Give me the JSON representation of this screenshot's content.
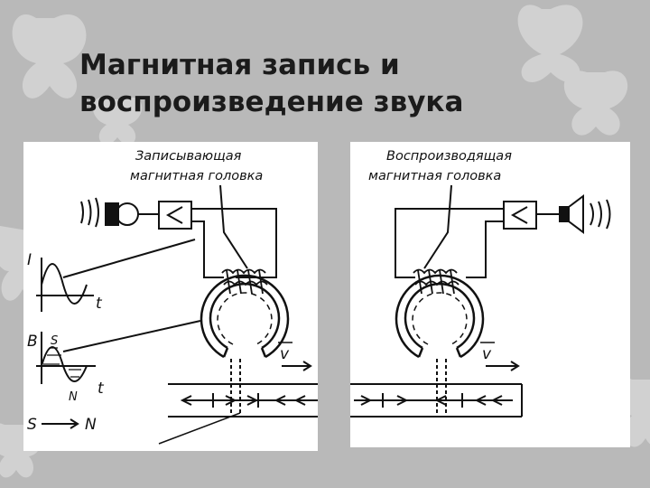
{
  "slide": {
    "title_line1": "Магнитная запись и",
    "title_line2": "воспроизведение звука"
  },
  "left_diagram": {
    "head_label_line1": "Записывающая",
    "head_label_line2": "магнитная головка",
    "graph_current_axis": "I",
    "graph_time_axis": "t",
    "graph_b_axis": "B",
    "graph_s_label": "S",
    "graph_n_label": "N",
    "graph_time_axis2": "t",
    "pole_s": "S",
    "pole_n": "N",
    "velocity_label": "v"
  },
  "right_diagram": {
    "head_label_line1": "Воспроизводящая",
    "head_label_line2": "магнитная головка",
    "velocity_label": "v"
  },
  "colors": {
    "background": "#b9b9b9",
    "panel": "#ffffff",
    "ink": "#111111",
    "title": "#1b1b1b"
  }
}
